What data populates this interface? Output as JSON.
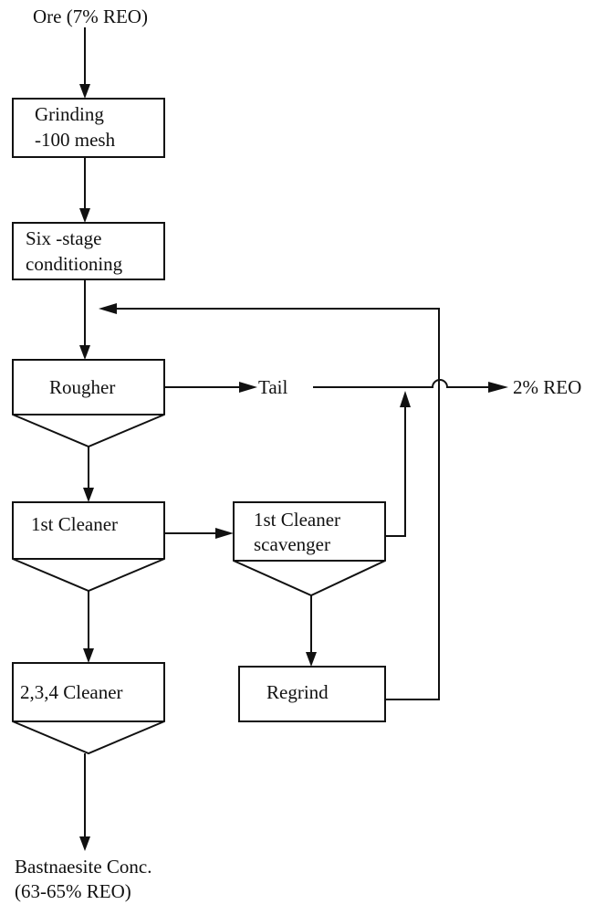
{
  "nodes": {
    "ore": "Ore (7% REO)",
    "grinding": [
      "Grinding",
      "-100 mesh"
    ],
    "conditioning": [
      "Six -stage",
      "conditioning"
    ],
    "rougher": "Rougher",
    "tail": "Tail",
    "final_tail": "2% REO",
    "cleaner1": "1st Cleaner",
    "scavenger": [
      "1st Cleaner",
      "scavenger"
    ],
    "cleaner234": "2,3,4 Cleaner",
    "regrind": "Regrind",
    "concentrate": [
      "Bastnaesite Conc.",
      "(63-65% REO)"
    ]
  },
  "flows": [
    {
      "from": "ore",
      "to": "grinding"
    },
    {
      "from": "grinding",
      "to": "conditioning"
    },
    {
      "from": "conditioning",
      "to": "rougher"
    },
    {
      "from": "rougher",
      "to": "tail"
    },
    {
      "from": "rougher",
      "to": "cleaner1"
    },
    {
      "from": "cleaner1",
      "to": "scavenger"
    },
    {
      "from": "cleaner1",
      "to": "cleaner234"
    },
    {
      "from": "scavenger",
      "to": "final_tail"
    },
    {
      "from": "scavenger",
      "to": "regrind"
    },
    {
      "from": "regrind",
      "to": "rougher"
    },
    {
      "from": "tail",
      "to": "final_tail"
    },
    {
      "from": "cleaner234",
      "to": "concentrate"
    }
  ]
}
